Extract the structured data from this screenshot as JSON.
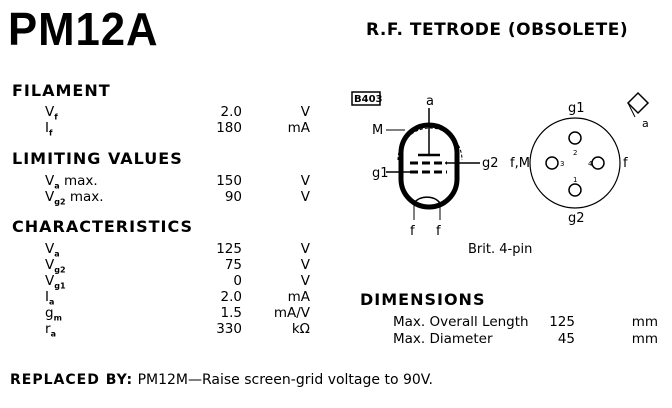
{
  "header": {
    "title": "PM12A",
    "subtitle": "R.F. TETRODE (OBSOLETE)"
  },
  "filament": {
    "heading": "FILAMENT",
    "rows": [
      {
        "label": "V",
        "sub": "f",
        "value": "2.0",
        "unit": "V"
      },
      {
        "label": "I",
        "sub": "f",
        "value": "180",
        "unit": "mA"
      }
    ]
  },
  "limiting": {
    "heading": "LIMITING VALUES",
    "rows": [
      {
        "label": "V",
        "sub": "a",
        "suffix": " max.",
        "value": "150",
        "unit": "V"
      },
      {
        "label": "V",
        "sub": "g2",
        "suffix": " max.",
        "value": "90",
        "unit": "V"
      }
    ]
  },
  "characteristics": {
    "heading": "CHARACTERISTICS",
    "rows": [
      {
        "label": "V",
        "sub": "a",
        "value": "125",
        "unit": "V"
      },
      {
        "label": "V",
        "sub": "g2",
        "value": "75",
        "unit": "V"
      },
      {
        "label": "V",
        "sub": "g1",
        "value": "0",
        "unit": "V"
      },
      {
        "label": "I",
        "sub": "a",
        "value": "2.0",
        "unit": "mA"
      },
      {
        "label": "g",
        "sub": "m",
        "value": "1.5",
        "unit": "mA/V"
      },
      {
        "label": "r",
        "sub": "a",
        "value": "330",
        "unit": "kΩ"
      }
    ]
  },
  "diagram": {
    "code": "B403",
    "anode": "a",
    "metal": "M",
    "g1": "g1",
    "g2": "g2",
    "fil1": "f",
    "fil2": "f",
    "base": {
      "top": "g1",
      "left": "f,M",
      "right": "f",
      "bottom": "g2",
      "pin1": "1",
      "pin2": "2",
      "pin3": "3",
      "pin4": "4",
      "cap": "a"
    },
    "caption": "Brit. 4-pin"
  },
  "dimensions": {
    "heading": "DIMENSIONS",
    "rows": [
      {
        "label": "Max. Overall Length",
        "value": "125",
        "unit": "mm"
      },
      {
        "label": "Max. Diameter",
        "value": "45",
        "unit": "mm"
      }
    ]
  },
  "replaced": {
    "label": "REPLACED BY:",
    "text": " PM12M—Raise screen-grid voltage to 90V."
  }
}
